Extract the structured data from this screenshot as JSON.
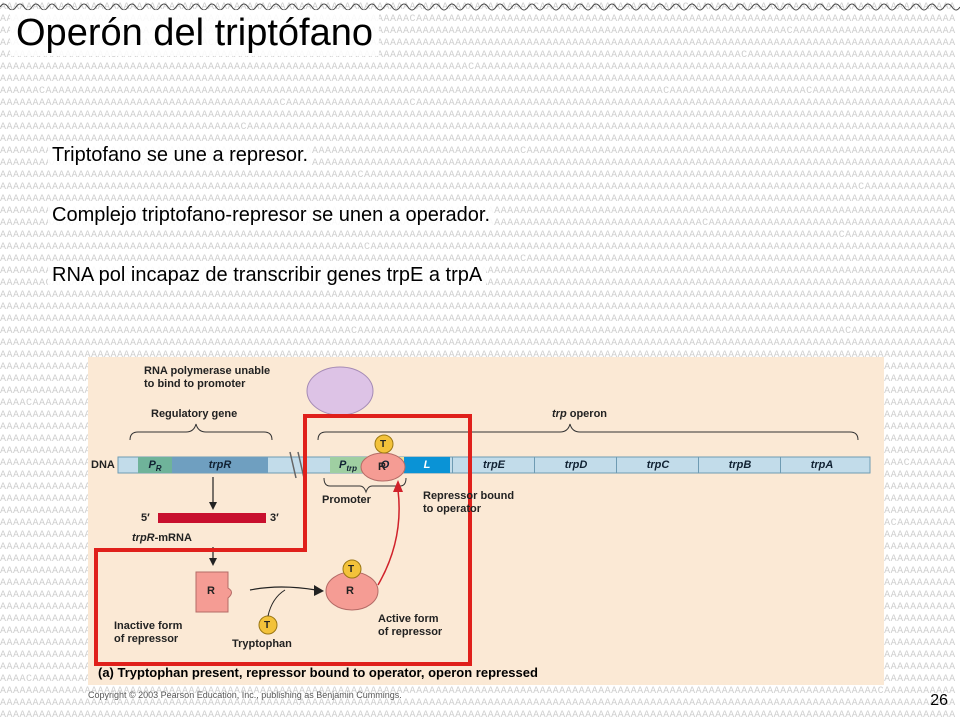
{
  "slide": {
    "title": "Operón del triptófano",
    "bullets": [
      "Triptofano se une a represor.",
      "Complejo triptofano-represor se unen a operador.",
      "RNA pol incapaz de transcribir genes trpE a trpA"
    ],
    "page_number": "26"
  },
  "figure": {
    "rna_pol_label": "RNA polymerase unable\nto bind to promoter",
    "regulatory_gene_label": "Regulatory gene",
    "trp_operon_label_italic": "trp",
    "trp_operon_label_rest": " operon",
    "dna_label": "DNA",
    "genes": {
      "pr_main": "P",
      "pr_sub": "R",
      "trpR": "trpR",
      "ptrp_main": "P",
      "ptrp_sub": "trp",
      "operator": "O",
      "leader": "L",
      "structural": [
        "trpE",
        "trpD",
        "trpC",
        "trpB",
        "trpA"
      ]
    },
    "mrna_5prime": "5′",
    "mrna_3prime": "3′",
    "trpR_mrna_italic": "trpR",
    "trpR_mrna_rest": "-mRNA",
    "promoter_label": "Promoter",
    "repressor_bound_label": "Repressor bound\nto operator",
    "repressor_letter": "R",
    "tryptophan_letter": "T",
    "inactive_label": "Inactive form\nof repressor",
    "tryptophan_label": "Tryptophan",
    "active_label": "Active form\nof repressor",
    "caption_letter": "(a)",
    "caption_text": "Tryptophan present, repressor bound to operator, operon repressed",
    "copyright": "Copyright © 2003 Pearson Education, Inc., publishing as Benjamin Cummings.",
    "colors": {
      "figure_bg": "#fbe9d5",
      "dna_bar": "#c2dcea",
      "dna_blue": "#0a93d6",
      "trpR_gene": "#6f9fc0",
      "regulatory_green": "#6fb39a",
      "operator_yellow": "#f0e29a",
      "ptrp_green": "#9fcfa2",
      "mrna_red": "#c8102e",
      "repressor_pink": "#f59c94",
      "tryptophan_yellow": "#f3c23a",
      "highlight_red": "#e0201b"
    }
  }
}
